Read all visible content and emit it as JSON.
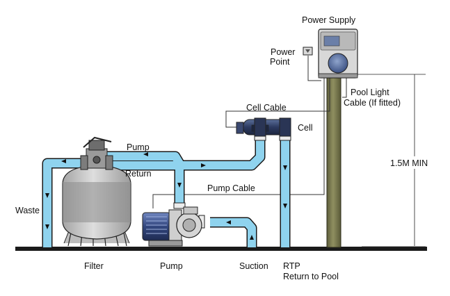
{
  "labels": {
    "power_supply": "Power Supply",
    "power_point_1": "Power",
    "power_point_2": "Point",
    "pool_light_1": "Pool Light",
    "pool_light_2": "Cable (If fitted)",
    "cell_cable": "Cell Cable",
    "cell": "Cell",
    "pump_top": "Pump",
    "return": "Return",
    "min_height": "1.5M MIN",
    "pump_cable": "Pump Cable",
    "waste": "Waste",
    "filter": "Filter",
    "pump_bottom": "Pump",
    "suction": "Suction",
    "rtp": "RTP",
    "return_to_pool": "Return to Pool"
  },
  "colors": {
    "pipe": "#8fd3ee",
    "pipe_outline": "#1a1a1a",
    "post": "#7a7a52",
    "ground": "#1a1a1a",
    "tank": "#c9c9c9",
    "cell_body": "#2f3f66",
    "pump_motor": "#3a4f8a",
    "arrow": "#111111"
  },
  "icons": [
    "power-point-socket-icon",
    "power-supply-unit-icon",
    "filter-tank-icon",
    "pump-icon",
    "chlorinator-cell-icon"
  ]
}
